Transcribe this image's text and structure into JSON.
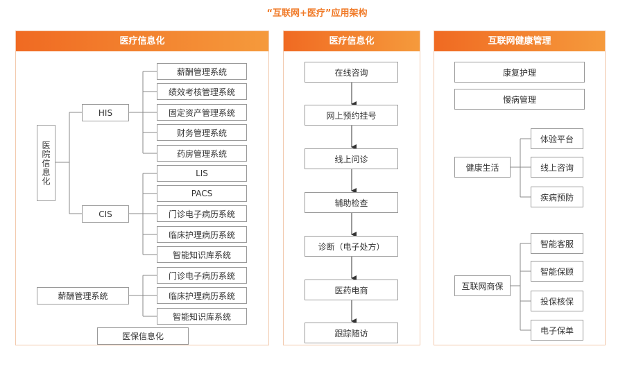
{
  "title": "“互联网+医疗”应用架构",
  "colors": {
    "accent": "#f07a28",
    "header_gradient_start": "#f06a22",
    "header_gradient_end": "#f59a3c",
    "border": "#9a9a9a"
  },
  "panels": {
    "left": {
      "header": "医疗信息化",
      "root": "医院信息化",
      "his": "HIS",
      "his_items": [
        "薪酬管理系统",
        "绩效考核管理系统",
        "固定资产管理系统",
        "财务管理系统",
        "药房管理系统"
      ],
      "cis": "CIS",
      "cis_items": [
        "LIS",
        "PACS",
        "门诊电子病历系统",
        "临床护理病历系统",
        "智能知识库系统"
      ],
      "salary": "薪酬管理系统",
      "salary_items": [
        "门诊电子病历系统",
        "临床护理病历系统",
        "智能知识库系统"
      ],
      "insurance": "医保信息化"
    },
    "middle": {
      "header": "医疗信息化",
      "steps": [
        "在线咨询",
        "网上预约挂号",
        "线上问诊",
        "辅助检查",
        "诊断（电子处方）",
        "医药电商",
        "跟踪随访"
      ]
    },
    "right": {
      "header": "互联网健康管理",
      "top_items": [
        "康复护理",
        "慢病管理"
      ],
      "health_life": "健康生活",
      "health_items": [
        "体验平台",
        "线上咨询",
        "疾病预防"
      ],
      "insurance": "互联网商保",
      "insurance_items": [
        "智能客服",
        "智能保顾",
        "投保核保",
        "电子保单"
      ]
    }
  }
}
